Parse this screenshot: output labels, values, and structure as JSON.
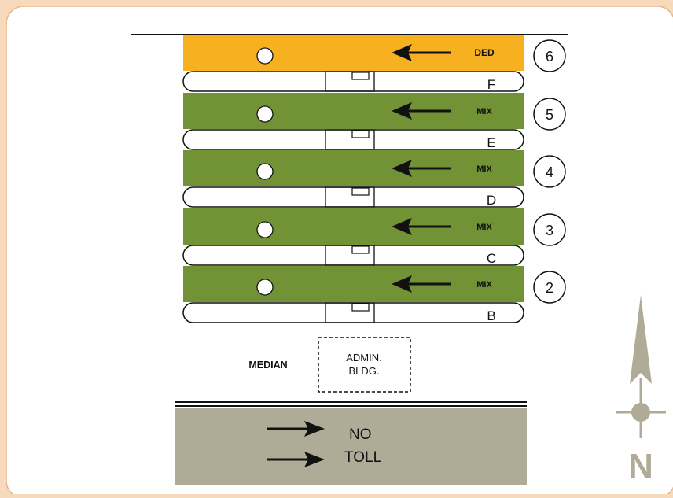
{
  "colors": {
    "frame": "#f7d9bc",
    "panel": "#ffffff",
    "ded_lane": "#f7b01f",
    "mix_lane": "#729236",
    "no_toll_area": "#b0ab96",
    "north_arrow": "#b0ab96",
    "ink": "#111111"
  },
  "lanes": [
    {
      "number": "6",
      "label": "DED",
      "type": "dedicated",
      "direction": "west"
    },
    {
      "number": "5",
      "label": "MIX",
      "type": "mixed",
      "direction": "west"
    },
    {
      "number": "4",
      "label": "MIX",
      "type": "mixed",
      "direction": "west"
    },
    {
      "number": "3",
      "label": "MIX",
      "type": "mixed",
      "direction": "west"
    },
    {
      "number": "2",
      "label": "MIX",
      "type": "mixed",
      "direction": "west"
    }
  ],
  "islands": [
    "F",
    "E",
    "D",
    "C",
    "B"
  ],
  "median_label": "MEDIAN",
  "admin_building": {
    "line1": "ADMIN.",
    "line2": "BLDG."
  },
  "no_toll": {
    "line1": "NO",
    "line2": "TOLL",
    "direction": "east"
  },
  "north_label": "N"
}
